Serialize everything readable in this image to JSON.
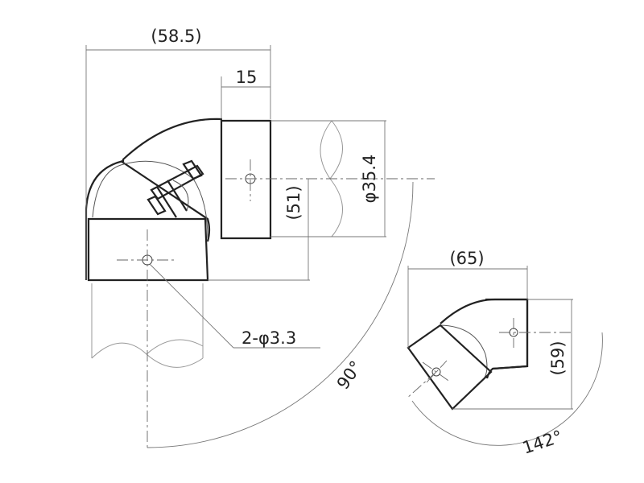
{
  "dimensions": {
    "overall_width": "(58.5)",
    "socket_depth": "15",
    "tube_diameter": "φ35.4",
    "center_height": "(51)",
    "hole_callout": "2-φ3.3",
    "angle_main": "90°",
    "variant_width": "(65)",
    "variant_height": "(59)",
    "angle_variant": "142°"
  },
  "colors": {
    "line": "#222222",
    "background": "#ffffff"
  }
}
